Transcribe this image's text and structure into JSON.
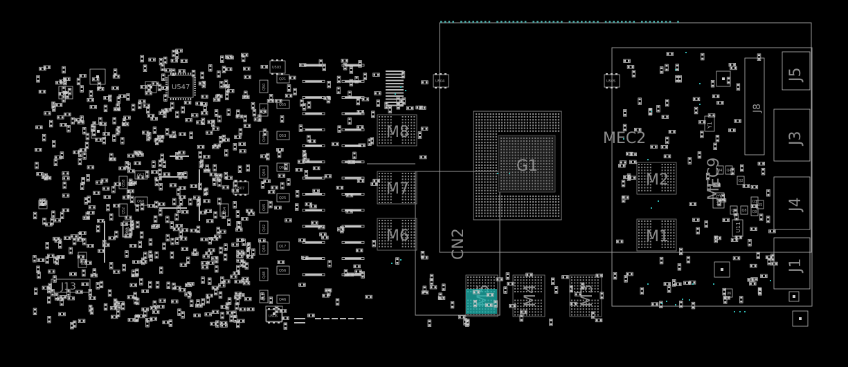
{
  "colors": {
    "background": "#000000",
    "outline": "#9a9a9a",
    "component": "#bdbdbd",
    "label": "#8c8c8c",
    "highlight": "#1fb5b0"
  },
  "labels": {
    "gpu": "G1",
    "cn2": "CN2",
    "mec2": "MEC2",
    "mec9": "MEC9",
    "j13": "J13",
    "u547": "U547",
    "j1": "J1",
    "j3": "J3",
    "j4": "J4",
    "j5": "J5",
    "j8": "J8",
    "m1": "M1",
    "m2": "M2",
    "m3": "M3",
    "m4": "M4",
    "m5": "M5",
    "m6": "M6",
    "m7": "M7",
    "m8": "M8",
    "u11": "U11",
    "u13": "U13",
    "y1": "Y1"
  },
  "small_labels": {
    "q21": "Q21",
    "q55": "Q55",
    "q53": "Q53",
    "q63": "Q63",
    "q25": "Q25",
    "q17": "Q17",
    "q46": "Q46",
    "q50": "Q50",
    "q51": "Q51",
    "q44": "Q44",
    "q45": "Q45",
    "q42": "Q42",
    "q43": "Q43",
    "q47": "Q47",
    "q48": "Q48",
    "q49": "Q49",
    "q57": "Q57",
    "q60": "Q60",
    "q58": "Q58",
    "q52": "Q52",
    "q59": "Q59",
    "q56": "Q56",
    "q54": "Q54",
    "u503": "U503",
    "u507": "U507",
    "u504": "U504",
    "u505": "U505",
    "u506": "U506",
    "rs1": "RS1",
    "rs3": "RS3",
    "q2": "Q2",
    "q3": "Q3",
    "q4": "Q4",
    "q5": "Q5",
    "q8": "Q8",
    "q9": "Q9",
    "u4": "U4",
    "u6": "U6",
    "u5": "U5"
  }
}
